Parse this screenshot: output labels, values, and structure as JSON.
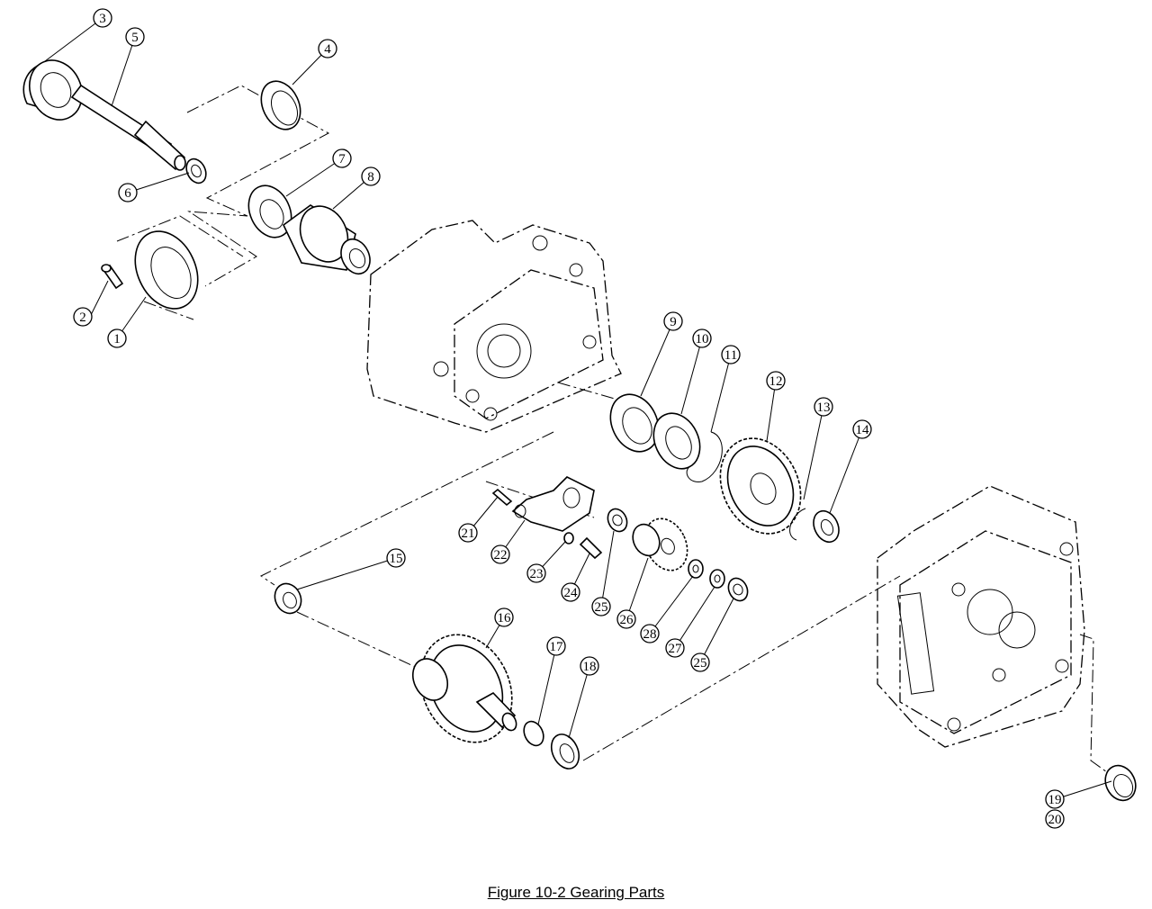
{
  "caption": "Figure 10-2  Gearing Parts",
  "callouts": [
    "1",
    "2",
    "3",
    "4",
    "5",
    "6",
    "7",
    "8",
    "9",
    "10",
    "11",
    "12",
    "13",
    "14",
    "15",
    "16",
    "17",
    "18",
    "19",
    "20",
    "21",
    "22",
    "23",
    "24",
    "25",
    "26",
    "28",
    "27",
    "25"
  ]
}
